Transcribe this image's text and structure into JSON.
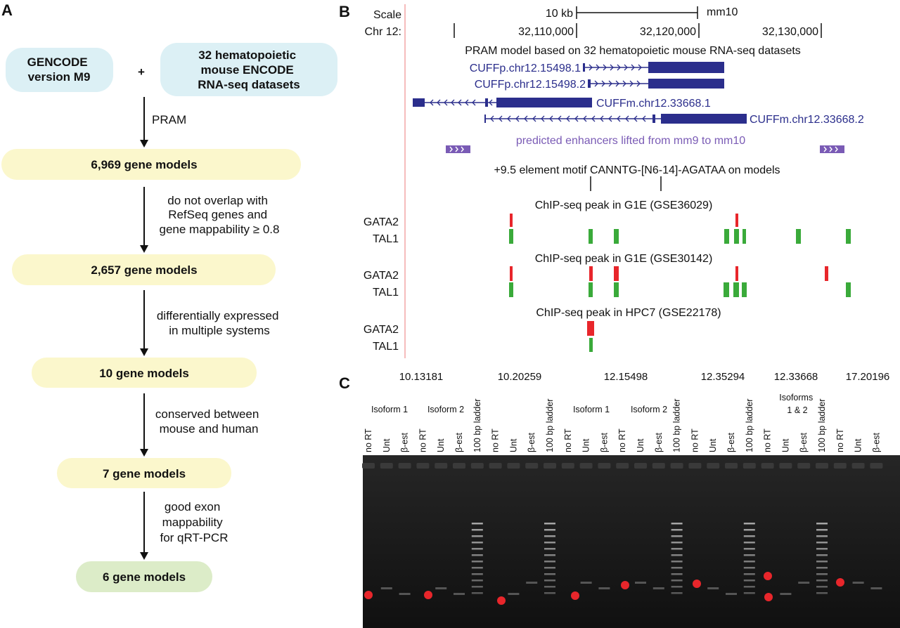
{
  "panels": {
    "a": "A",
    "b": "B",
    "c": "C"
  },
  "panel_a": {
    "plus": "+",
    "source_left": [
      "GENCODE",
      "version M9"
    ],
    "source_right": [
      "32 hematopoietic",
      "mouse ENCODE",
      "RNA-seq datasets"
    ],
    "steps": [
      {
        "label": [
          "PRAM"
        ],
        "result": "6,969 gene models"
      },
      {
        "label": [
          "do not overlap with",
          "RefSeq genes and",
          "gene mappability ≥ 0.8"
        ],
        "result": "2,657 gene models"
      },
      {
        "label": [
          "differentially expressed",
          "in multiple systems"
        ],
        "result": "10 gene models"
      },
      {
        "label": [
          "conserved between",
          "mouse and human"
        ],
        "result": "7 gene models"
      },
      {
        "label": [
          "good exon",
          "mappability",
          "for qRT-PCR"
        ],
        "result": "6 gene models"
      }
    ],
    "colors": {
      "source_box": "#dcf0f5",
      "result_box": "#fbf7cc",
      "final_box": "#dcecc8"
    }
  },
  "panel_b": {
    "scale_label": "Scale",
    "scale_bar": "10 kb",
    "assembly": "mm10",
    "chr_label": "Chr 12:",
    "ticks": [
      "32,110,000",
      "32,120,000",
      "32,130,000"
    ],
    "pram_title": "PRAM model based on 32 hematopoietic mouse RNA-seq datasets",
    "transcripts": [
      "CUFFp.chr12.15498.1",
      "CUFFp.chr12.15498.2",
      "CUFFm.chr12.33668.1",
      "CUFFm.chr12.33668.2"
    ],
    "enhancer_title": "predicted enhancers lifted from mm9 to mm10",
    "motif_title": "+9.5 element motif CANNTG-[N6-14]-AGATAA on models",
    "chip_tracks": [
      {
        "title": "ChIP-seq peak in G1E (GSE36029)",
        "rows": [
          "GATA2",
          "TAL1"
        ]
      },
      {
        "title": "ChIP-seq peak in G1E (GSE30142)",
        "rows": [
          "GATA2",
          "TAL1"
        ]
      },
      {
        "title": "ChIP-seq peak in HPC7 (GSE22178)",
        "rows": [
          "GATA2",
          "TAL1"
        ]
      }
    ],
    "colors": {
      "gene": "#2b2e8c",
      "enhancer": "#7a5bb5",
      "gata2": "#e8262b",
      "tal1": "#3aaa3a",
      "divider": "#f2a6a6"
    }
  },
  "panel_c": {
    "gene_ids": [
      "10.13181",
      "10.20259",
      "12.15498",
      "12.35294",
      "12.33668",
      "17.20196"
    ],
    "isoform_labels": [
      "Isoform 1",
      "Isoform 2",
      "Isoform 1",
      "Isoform 2"
    ],
    "isoforms_both": [
      "Isoforms",
      "1 & 2"
    ],
    "lanes": [
      "no RT",
      "Unt",
      "β-est",
      "no RT",
      "Unt",
      "β-est",
      "100 bp ladder",
      "no RT",
      "Unt",
      "β-est",
      "100 bp ladder",
      "no RT",
      "Unt",
      "β-est",
      "no RT",
      "Unt",
      "β-est",
      "100 bp ladder",
      "no RT",
      "Unt",
      "β-est",
      "100 bp ladder",
      "no RT",
      "Unt",
      "β-est",
      "100 bp ladder",
      "no RT",
      "Unt",
      "β-est"
    ],
    "colors": {
      "gel": "#151515",
      "marker": "#e8262b"
    }
  }
}
